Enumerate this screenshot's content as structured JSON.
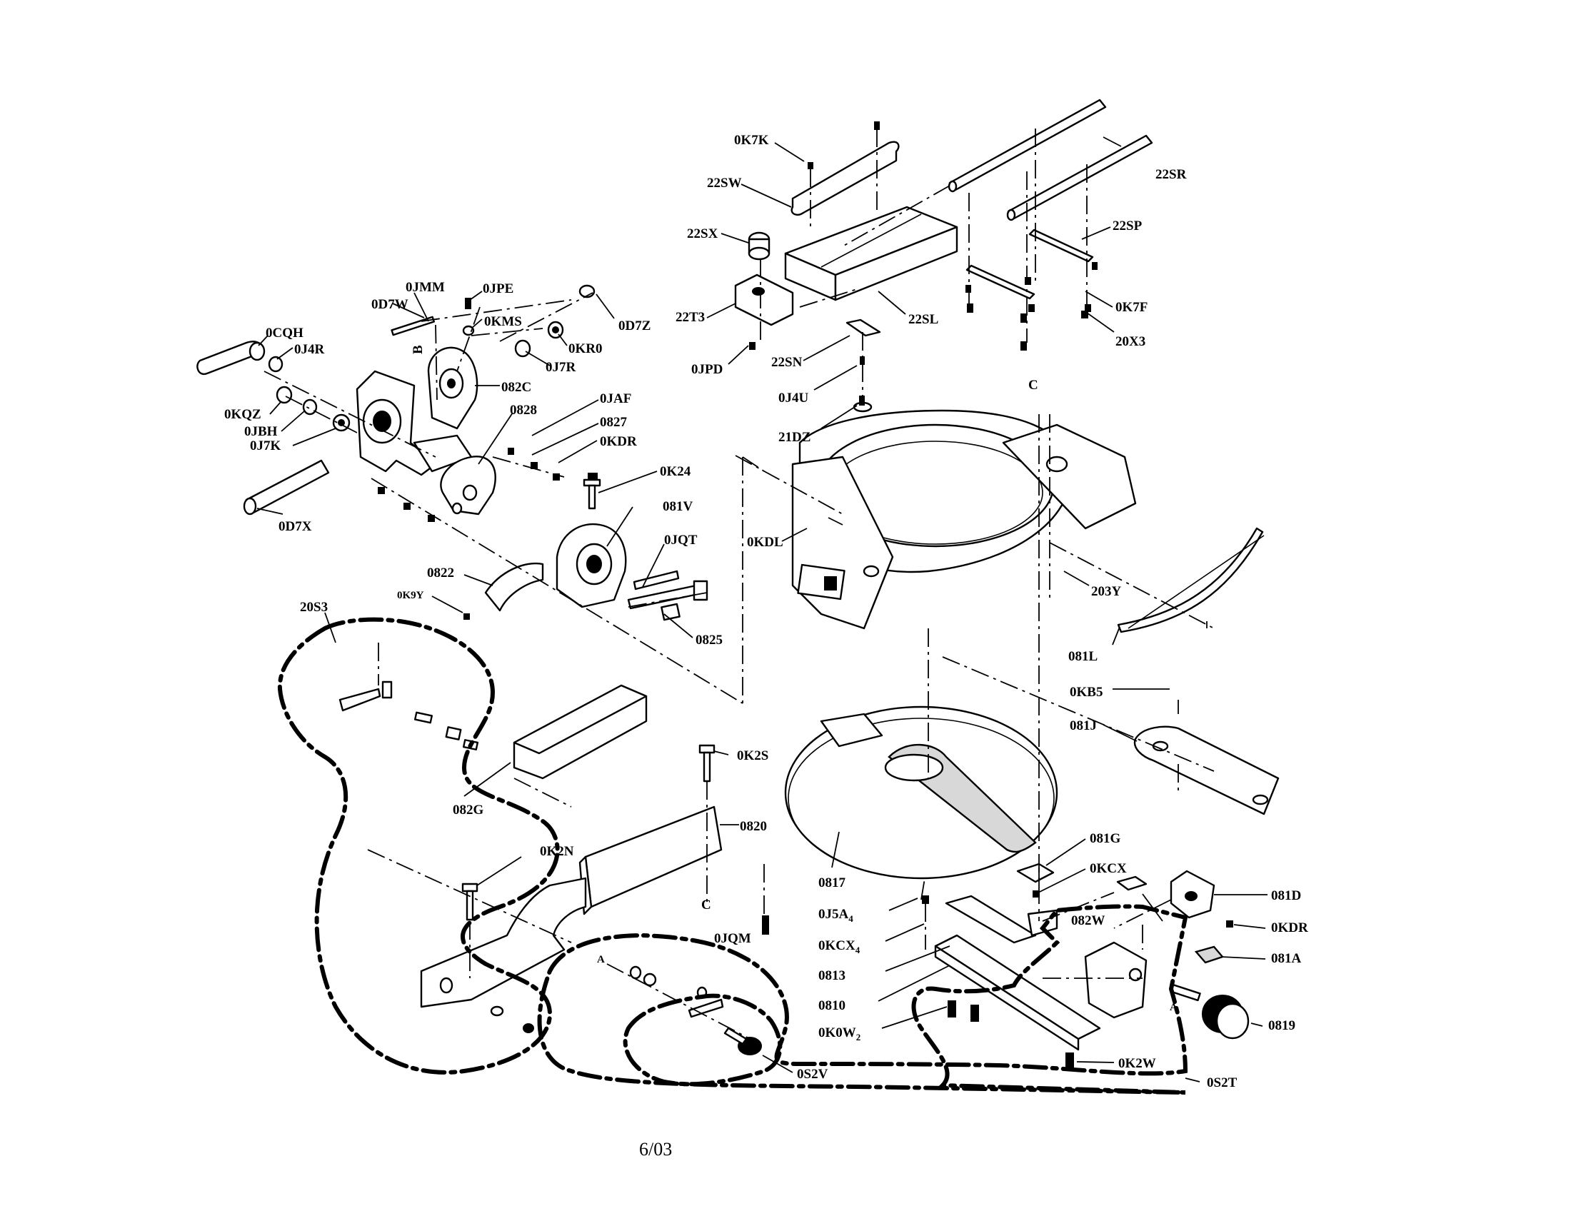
{
  "diagram": {
    "footer_date": "6/03",
    "labels": {
      "l_0K7K": "0K7K",
      "l_22SW": "22SW",
      "l_22SR": "22SR",
      "l_22SX": "22SX",
      "l_22SP": "22SP",
      "l_22T3": "22T3",
      "l_22SL": "22SL",
      "l_0K7F": "0K7F",
      "l_20X3": "20X3",
      "l_0JPD": "0JPD",
      "l_22SN": "22SN",
      "l_0J4U": "0J4U",
      "l_21DZ": "21DZ",
      "l_C_top": "C",
      "l_0JMM": "0JMM",
      "l_0JPE": "0JPE",
      "l_0D7W": "0D7W",
      "l_0D7Z": "0D7Z",
      "l_0KMS": "0KMS",
      "l_0KR0": "0KR0",
      "l_0CQH": "0CQH",
      "l_0J4R": "0J4R",
      "l_0J7R": "0J7R",
      "l_B": "B",
      "l_082C": "082C",
      "l_0JAF": "0JAF",
      "l_0KQZ": "0KQZ",
      "l_0828": "0828",
      "l_0827": "0827",
      "l_0JBH": "0JBH",
      "l_0J7K": "0J7K",
      "l_0KDR_top": "0KDR",
      "l_0K24": "0K24",
      "l_081V": "081V",
      "l_0D7X": "0D7X",
      "l_0JQT": "0JQT",
      "l_0KDL": "0KDL",
      "l_0822": "0822",
      "l_0K9Y": "0K9Y",
      "l_203Y": "203Y",
      "l_20S3": "20S3",
      "l_0825": "0825",
      "l_081L": "081L",
      "l_0KB5": "0KB5",
      "l_081J": "081J",
      "l_0K2S": "0K2S",
      "l_0820": "0820",
      "l_082G": "082G",
      "l_0K2N": "0K2N",
      "l_081G": "081G",
      "l_0KCX": "0KCX",
      "l_0817": "0817",
      "l_081D": "081D",
      "l_C_bottom": "C",
      "l_0J5A4": "0J5A",
      "l_0J5A4_sub": "4",
      "l_082W": "082W",
      "l_0KDR_bottom": "0KDR",
      "l_0JQM": "0JQM",
      "l_0KCX4": "0KCX",
      "l_0KCX4_sub": "4",
      "l_081A": "081A",
      "l_0813": "0813",
      "l_A_left": "A",
      "l_A_right": "A",
      "l_0810": "0810",
      "l_0819": "0819",
      "l_0K0W2": "0K0W",
      "l_0K0W2_sub": "2",
      "l_0K2W": "0K2W",
      "l_0S2V": "0S2V",
      "l_0S2T": "0S2T"
    }
  }
}
